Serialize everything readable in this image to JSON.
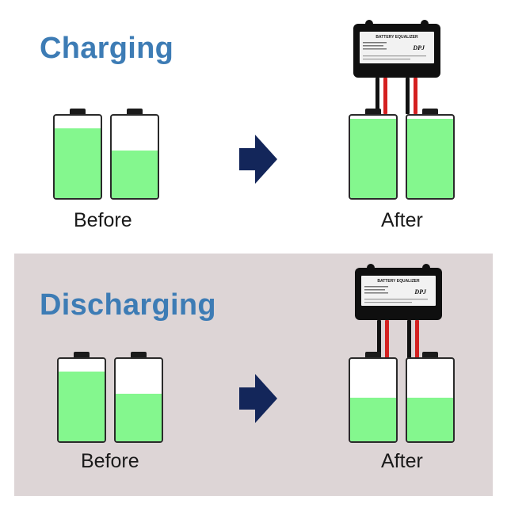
{
  "charging": {
    "title": "Charging",
    "before_label": "Before",
    "after_label": "After",
    "before_levels": [
      0.85,
      0.58
    ],
    "after_levels": [
      0.96,
      0.96
    ]
  },
  "discharging": {
    "title": "Discharging",
    "before_label": "Before",
    "after_label": "After",
    "before_levels": [
      0.85,
      0.58
    ],
    "after_levels": [
      0.53,
      0.53
    ]
  },
  "device": {
    "name": "BATTERY EQUALIZER",
    "brand": "DPJ"
  },
  "colors": {
    "title": "#3d7cb5",
    "fill": "#84f78e",
    "arrow": "#13265a",
    "discharging_bg": "#ddd5d6"
  },
  "icons": {
    "arrow": "arrow-right-icon"
  }
}
